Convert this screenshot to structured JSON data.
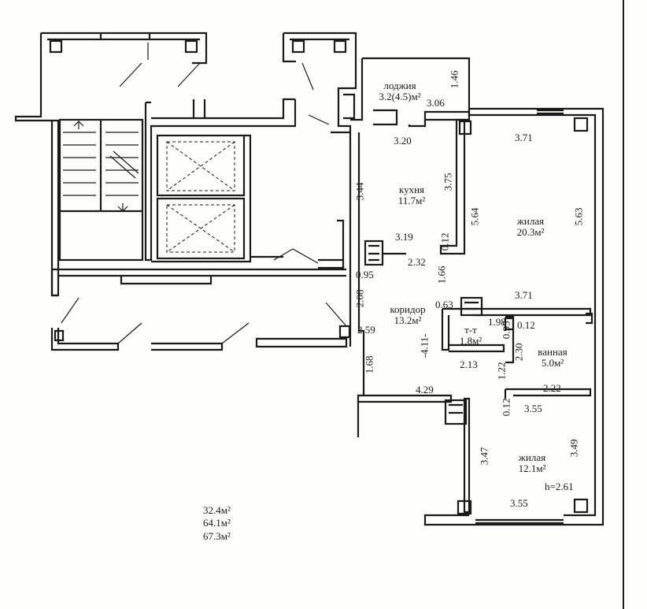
{
  "rooms": {
    "loggia": {
      "name": "лоджия",
      "area": "3.2(4.5)м²"
    },
    "kitchen": {
      "name": "кухня",
      "area": "11.7м²"
    },
    "living_large": {
      "name": "жилая",
      "area": "20.3м²"
    },
    "corridor": {
      "name": "коридор",
      "area": "13.2м²"
    },
    "wc": {
      "name": "т-т",
      "area": "1.8м²"
    },
    "bath": {
      "name": "ванная",
      "area": "5.0м²"
    },
    "living_small": {
      "name": "жилая",
      "area": "12.1м²"
    }
  },
  "dimensions": {
    "d146": "1.46",
    "d306": "3.06",
    "d320": "3.20",
    "d371a": "3.71",
    "d375": "3.75",
    "d344": "3.44",
    "d564": "5.64",
    "d563": "5.63",
    "d319": "3.19",
    "d012a": "0.12",
    "d232": "2.32",
    "d095": "0.95",
    "d166": "1.66",
    "d208": "2.08",
    "d063": "0.63",
    "d371b": "3.71",
    "d411": "-4.11-",
    "d198": "1.98",
    "d0955": "0.95",
    "d012b": "0.12",
    "d259": "2.59",
    "d230": "2.30",
    "d213": "2.13",
    "d168": "1.68",
    "d122": "1.22",
    "d429": "4.29",
    "d222": "2.22",
    "d012c": "0.12",
    "d355a": "3.55",
    "d347": "3.47",
    "d349": "3.49",
    "d355b": "3.55"
  },
  "ceiling_height": "h=2.61",
  "totals": {
    "living_area": "32.4м²",
    "total_area": "64.1м²",
    "total_with_loggia": "67.3м²"
  }
}
